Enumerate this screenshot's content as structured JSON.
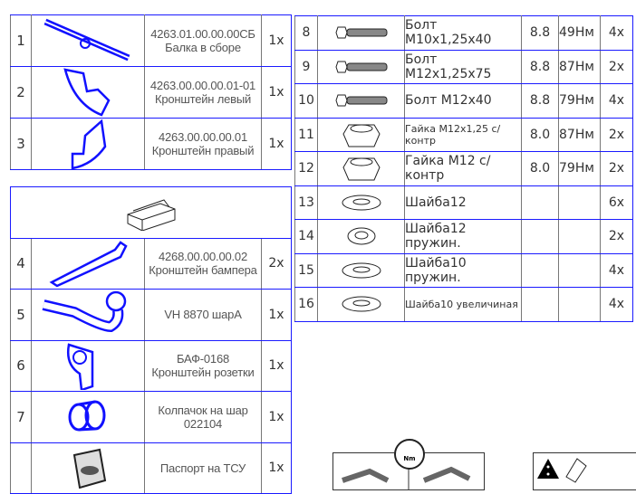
{
  "left_top": [
    {
      "n": "1",
      "code": "4263.01.00.00.00СБ",
      "name": "Балка в сборе",
      "qty": "1x",
      "icon": "beam-icon"
    },
    {
      "n": "2",
      "code": "4263.00.00.00.01-01",
      "name": "Кронштейн левый",
      "qty": "1x",
      "icon": "bracket-left-icon"
    },
    {
      "n": "3",
      "code": "4263.00.00.00.01",
      "name": "Кронштейн правый",
      "qty": "1x",
      "icon": "bracket-right-icon"
    }
  ],
  "left_bottom": [
    {
      "n": "4",
      "code": "4268.00.00.00.02",
      "name": "Кронштейн бампера",
      "qty": "2x"
    },
    {
      "n": "5",
      "code": "VH 8870 шарA",
      "name": "",
      "qty": "1x"
    },
    {
      "n": "6",
      "code": "БАФ-0168",
      "name": "Кронштейн розетки",
      "qty": "1x"
    },
    {
      "n": "7",
      "code": "Колпачок на шар",
      "name": "022104",
      "qty": "1x"
    },
    {
      "n": "",
      "code": "Паспорт на ТСУ",
      "name": "",
      "qty": "1x"
    }
  ],
  "right": [
    {
      "n": "8",
      "name": "Болт М10х1,25х40",
      "cls": "8.8",
      "torque": "49Нм",
      "qty": "4x",
      "icon": "bolt"
    },
    {
      "n": "9",
      "name": "Болт М12х1,25х75",
      "cls": "8.8",
      "torque": "87Нм",
      "qty": "2x",
      "icon": "bolt"
    },
    {
      "n": "10",
      "name": "Болт М12х40",
      "cls": "8.8",
      "torque": "79Нм",
      "qty": "4x",
      "icon": "bolt"
    },
    {
      "n": "11",
      "name": "Гайка М12х1,25 с/контр",
      "cls": "8.0",
      "torque": "87Нм",
      "qty": "2x",
      "icon": "nut"
    },
    {
      "n": "12",
      "name": "Гайка М12 с/контр",
      "cls": "8.0",
      "torque": "79Нм",
      "qty": "2x",
      "icon": "nut"
    },
    {
      "n": "13",
      "name": "Шайба12",
      "cls": "",
      "torque": "",
      "qty": "6x",
      "icon": "washer"
    },
    {
      "n": "14",
      "name": "Шайба12 пружин.",
      "cls": "",
      "torque": "",
      "qty": "2x",
      "icon": "spring"
    },
    {
      "n": "15",
      "name": "Шайба10 пружин.",
      "cls": "",
      "torque": "",
      "qty": "4x",
      "icon": "washer"
    },
    {
      "n": "16",
      "name": "Шайба10 увеличиная",
      "cls": "",
      "torque": "",
      "qty": "4x",
      "icon": "washer"
    }
  ],
  "torque_label": "Nm"
}
